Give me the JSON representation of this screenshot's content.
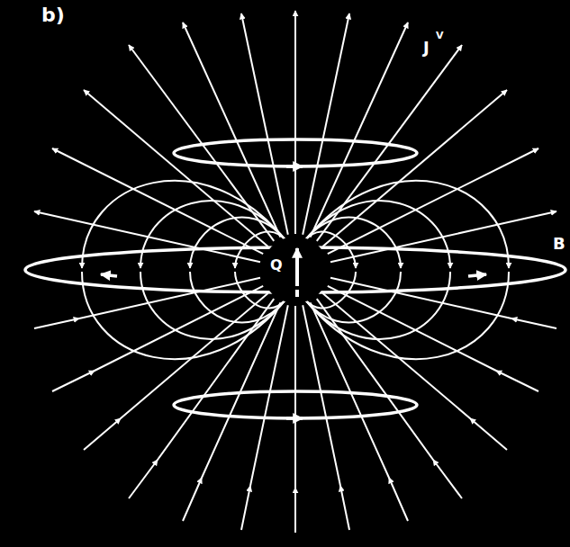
{
  "diagram": {
    "labels": [
      "b)",
      "J",
      "V",
      "Q",
      "B"
    ]
  }
}
